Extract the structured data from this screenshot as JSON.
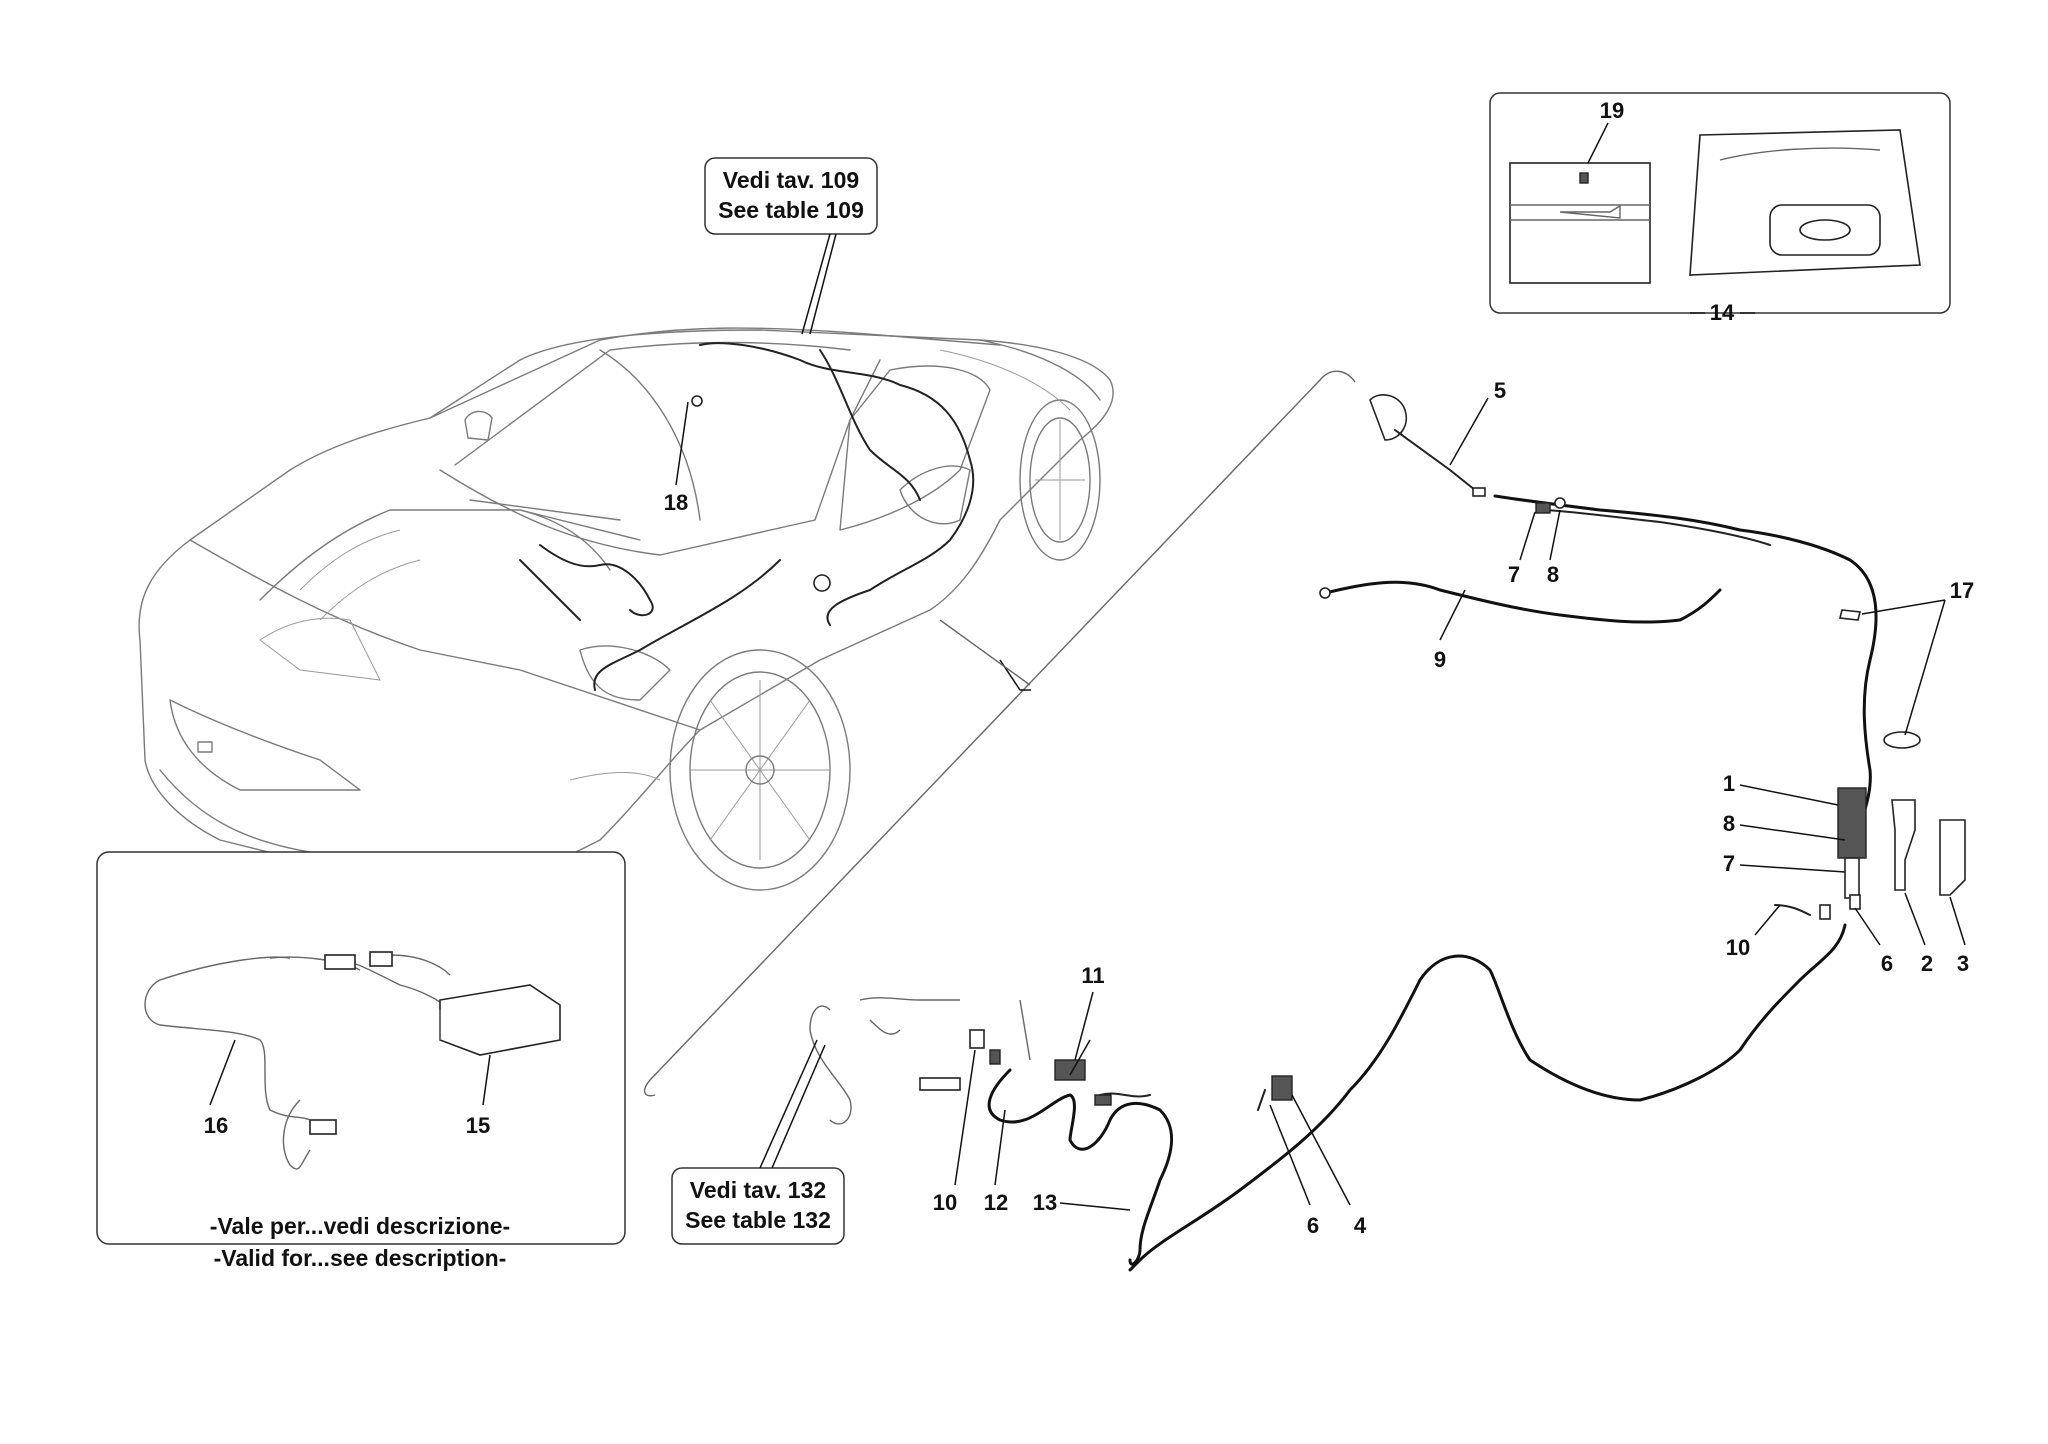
{
  "callouts": {
    "table_109_it": "Vedi tav. 109",
    "table_109_en": "See table 109",
    "table_132_it": "Vedi tav. 132",
    "table_132_en": "See table 132",
    "valid_for_it": "-Vale per...vedi descrizione-",
    "valid_for_en": "-Valid for...see description-"
  },
  "part_numbers": {
    "p1": "1",
    "p2": "2",
    "p3": "3",
    "p4": "4",
    "p5": "5",
    "p6a": "6",
    "p6b": "6",
    "p7a": "7",
    "p7b": "7",
    "p8a": "8",
    "p8b": "8",
    "p9": "9",
    "p10a": "10",
    "p10b": "10",
    "p11": "11",
    "p12": "12",
    "p13": "13",
    "p14": "14",
    "p15": "15",
    "p16": "16",
    "p17": "17",
    "p18": "18",
    "p19": "19"
  },
  "icons": {
    "logo": "prancing-horse-badge-icon"
  }
}
